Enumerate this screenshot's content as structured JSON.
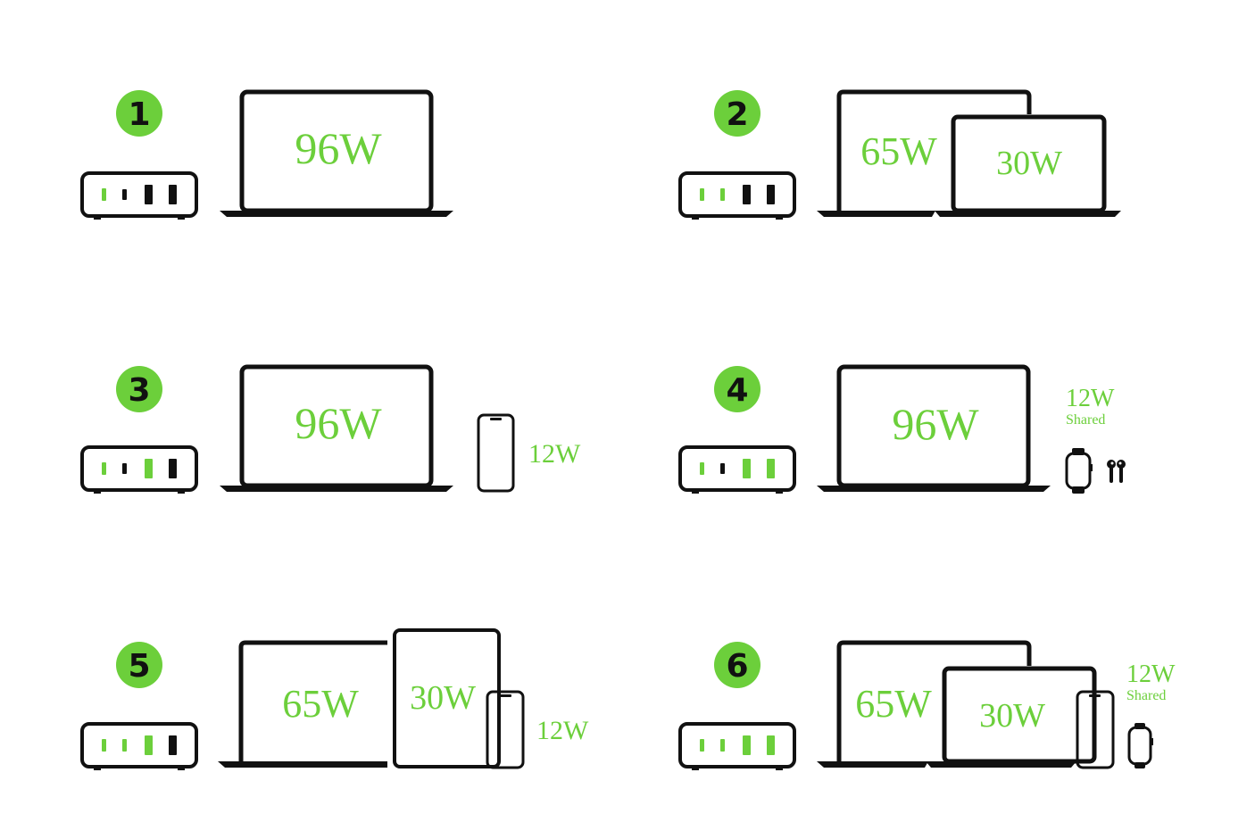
{
  "scenarios": [
    {
      "number": "1",
      "ports": [
        "green",
        "black-small",
        "black",
        "black"
      ],
      "labels": {
        "laptop": "96W"
      }
    },
    {
      "number": "2",
      "ports": [
        "green",
        "green",
        "black",
        "black"
      ],
      "labels": {
        "laptop": "65W",
        "laptop2": "30W"
      }
    },
    {
      "number": "3",
      "ports": [
        "green",
        "black-small",
        "green",
        "black"
      ],
      "labels": {
        "laptop": "96W",
        "phone": "12W"
      }
    },
    {
      "number": "4",
      "ports": [
        "green",
        "black-small",
        "green",
        "green"
      ],
      "labels": {
        "laptop": "96W",
        "shared_watts": "12W",
        "shared_text": "Shared"
      }
    },
    {
      "number": "5",
      "ports": [
        "green",
        "green",
        "green",
        "black"
      ],
      "labels": {
        "laptop": "65W",
        "tablet": "30W",
        "phone": "12W"
      }
    },
    {
      "number": "6",
      "ports": [
        "green",
        "green",
        "green",
        "green"
      ],
      "labels": {
        "laptop": "65W",
        "laptop2": "30W",
        "shared_watts": "12W",
        "shared_text": "Shared"
      }
    }
  ],
  "colors": {
    "accent": "#6ccf3b",
    "outline": "#111111",
    "background": "#ffffff"
  },
  "icons": [
    "charger-hub-icon",
    "laptop-icon",
    "phone-icon",
    "tablet-icon",
    "smartwatch-icon",
    "earbuds-icon"
  ]
}
